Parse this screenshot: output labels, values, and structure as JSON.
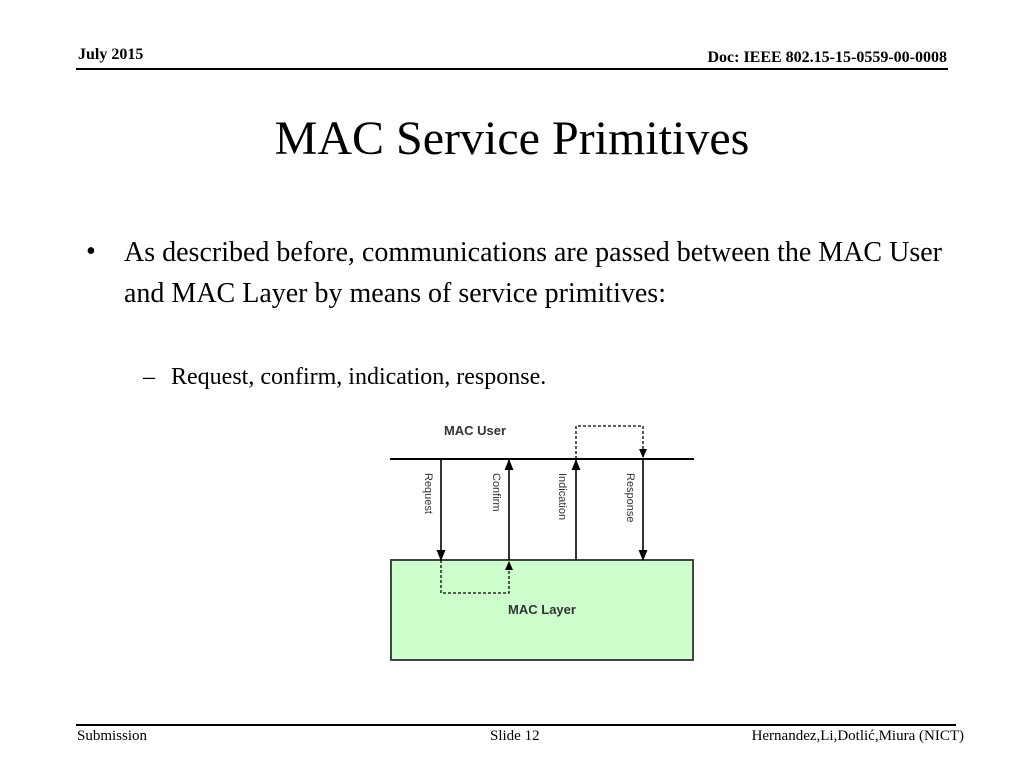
{
  "header": {
    "date": "July 2015",
    "doc": "Doc: IEEE 802.15-15-0559-00-0008"
  },
  "title": "MAC Service Primitives",
  "content": {
    "bullet": "As described before, communications are passed between the MAC User and MAC Layer by means of service primitives:",
    "sub_bullet": "Request, confirm, indication, response."
  },
  "diagram": {
    "mac_user_label": "MAC User",
    "mac_layer_label": "MAC Layer",
    "primitives": [
      "Request",
      "Confirm",
      "Indication",
      "Response"
    ],
    "colors": {
      "mac_layer_fill": "#ccffcc",
      "line": "#000000",
      "label_text": "#333333"
    }
  },
  "footer": {
    "left": "Submission",
    "center": "Slide 12",
    "right": "Hernandez,Li,Dotlić,Miura (NICT)"
  }
}
